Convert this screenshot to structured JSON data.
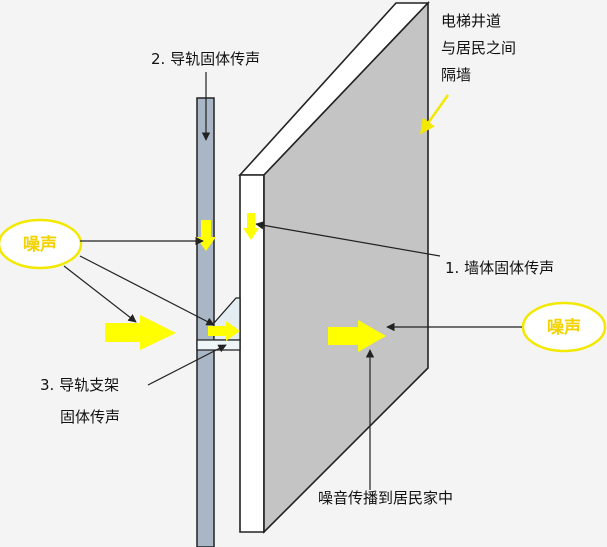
{
  "labels": {
    "wall_line1": "电梯井道",
    "wall_line2": "与居民之间",
    "wall_line3": "隔墙",
    "rail_path": "2. 导轨固体传声",
    "wall_path": "1. 墙体固体传声",
    "bracket_line1": "3. 导轨支架",
    "bracket_line2": "固体传声",
    "resident": "噪音传播到居民家中",
    "noise_left": "噪声",
    "noise_right": "噪声"
  },
  "colors": {
    "background": "#f4f4f4",
    "wall_front": "#c4c4c4",
    "wall_side": "#ffffff",
    "rail": "#a8b6c6",
    "bracket": "#e4eef2",
    "highlight": "#ffff00",
    "noise_text": "#f2d200",
    "line": "#222222"
  }
}
